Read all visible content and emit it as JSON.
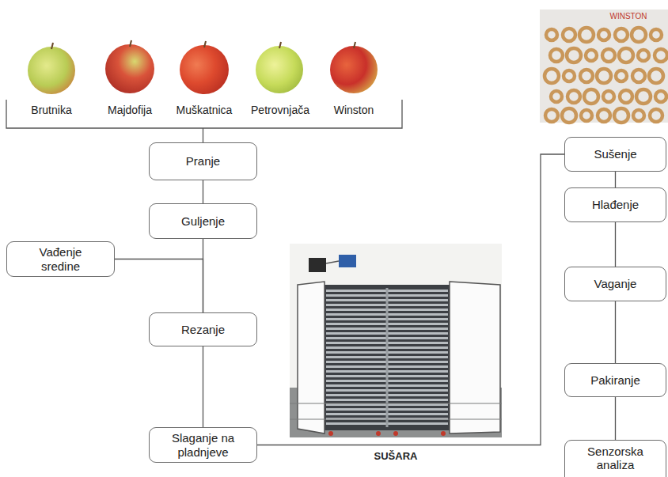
{
  "diagram": {
    "nodes": [
      {
        "text": [
          "Pranje"
        ]
      },
      {
        "text": [
          "Guljenje"
        ]
      },
      {
        "text": [
          "Vađenje sredine"
        ]
      },
      {
        "text": [
          "Rezanje"
        ]
      },
      {
        "text": [
          "Slaganje na pladnjeve"
        ]
      },
      {
        "text": [
          "Sušenje"
        ]
      },
      {
        "text": [
          "Hlađenje"
        ]
      },
      {
        "text": [
          "Vaganje"
        ]
      },
      {
        "text": [
          "Pakiranje"
        ]
      },
      {
        "text": [
          "Senzorska analiza"
        ]
      }
    ],
    "edges": [
      {
        "from": 0,
        "to": 1,
        "arrow": "none"
      },
      {
        "from": 1,
        "to": 3,
        "arrow": "none"
      },
      {
        "from": 2,
        "to": 3,
        "arrow": "none"
      },
      {
        "from": 3,
        "to": 4,
        "arrow": "none"
      },
      {
        "from": 4,
        "to": 5,
        "arrow": "none"
      },
      {
        "from": 5,
        "to": 6,
        "arrow": "none"
      },
      {
        "from": 6,
        "to": 7,
        "arrow": "none"
      },
      {
        "from": 7,
        "to": 8,
        "arrow": "none"
      },
      {
        "from": 8,
        "to": 9,
        "arrow": "none"
      }
    ],
    "labels": [
      "Brutnika",
      "Majdofija",
      "Muškatnica",
      "Petrovnjača",
      "Winston",
      "SUŠARA",
      "WINSTON"
    ]
  }
}
